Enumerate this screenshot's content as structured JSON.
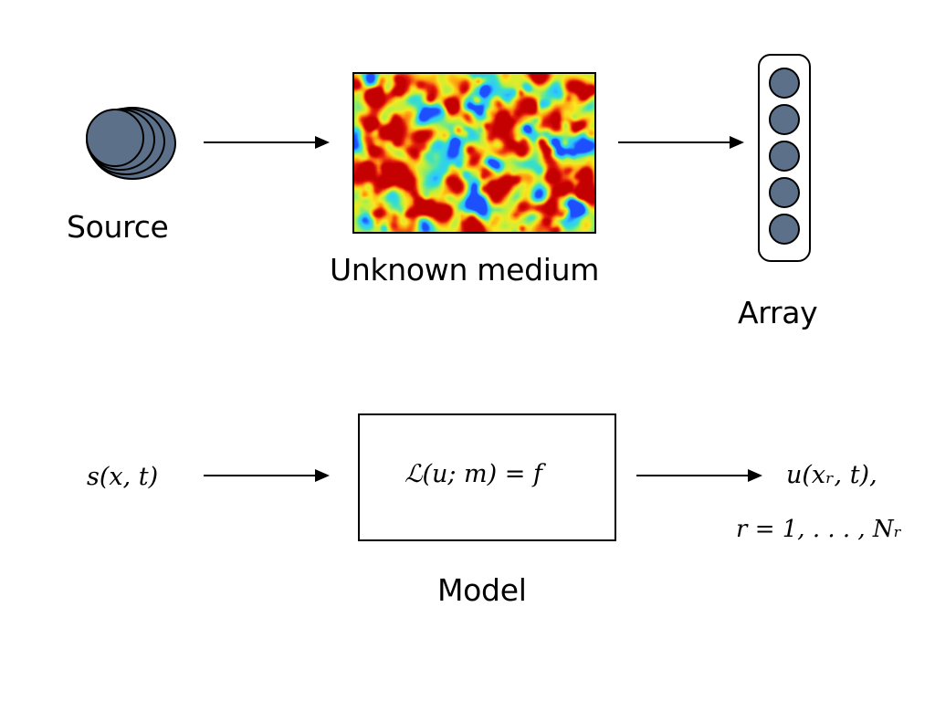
{
  "top": {
    "source_label": "Source",
    "medium_label": "Unknown medium",
    "array_label": "Array",
    "colors": {
      "source_fill": "#5c7189",
      "receiver_fill": "#5c7189",
      "outline": "#000000"
    },
    "medium_colormap": [
      "#1e4fff",
      "#2ec8ff",
      "#38e0c8",
      "#b8f040",
      "#f8e820",
      "#ff9a10",
      "#e82010",
      "#c40000"
    ]
  },
  "bottom": {
    "input_label": "s(x, t)",
    "model_equation": "ℒ(u; m) = f",
    "output_label_line1": "u(xᵣ, t),",
    "output_label_line2": "r = 1, . . . , Nᵣ",
    "model_label": "Model"
  }
}
